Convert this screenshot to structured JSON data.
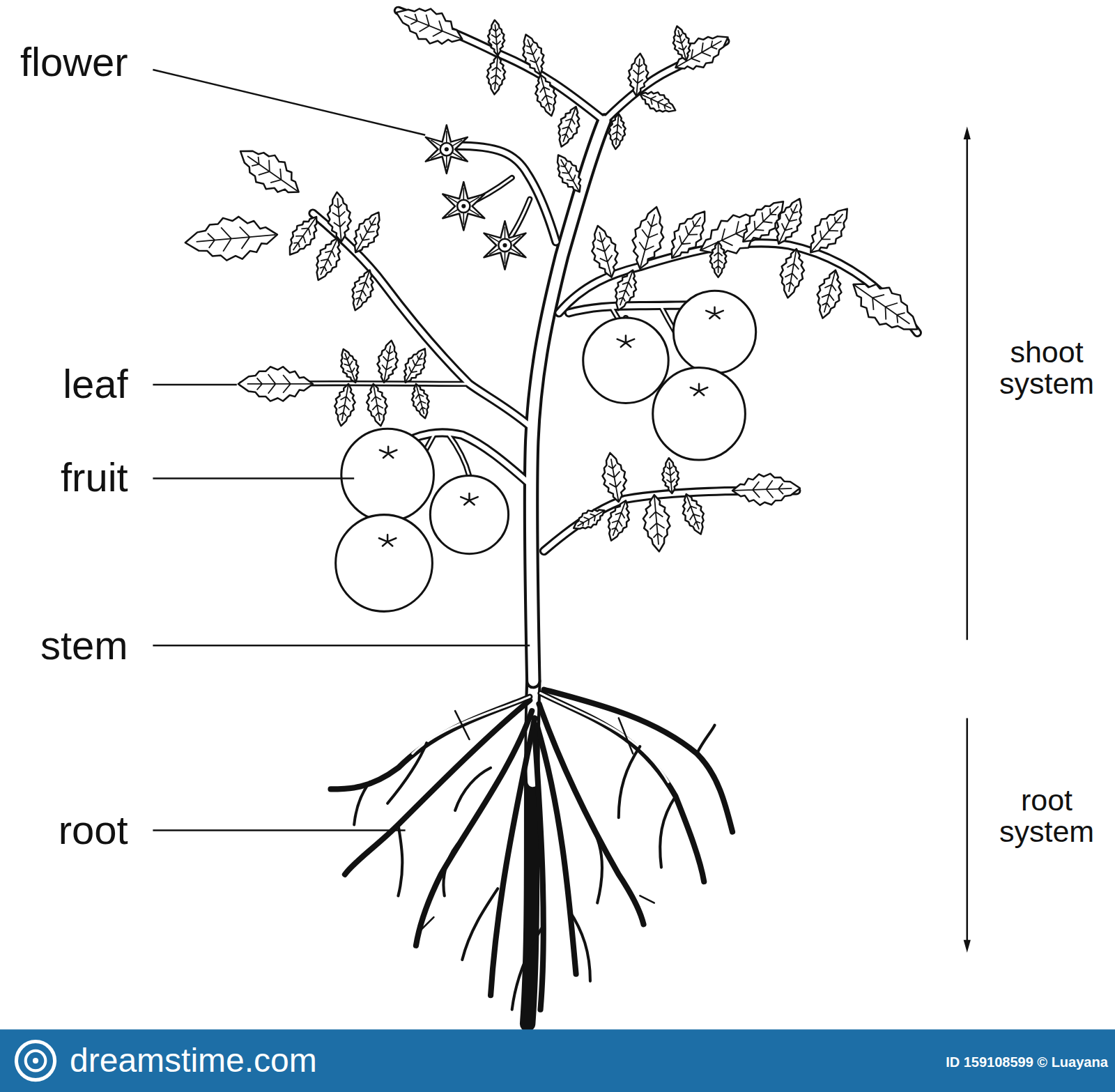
{
  "diagram": {
    "labels": [
      "flower",
      "leaf",
      "fruit",
      "stem",
      "root",
      "shoot system",
      "root system",
      "dreamstime.com",
      "ID 159108599 © Luayana"
    ]
  }
}
